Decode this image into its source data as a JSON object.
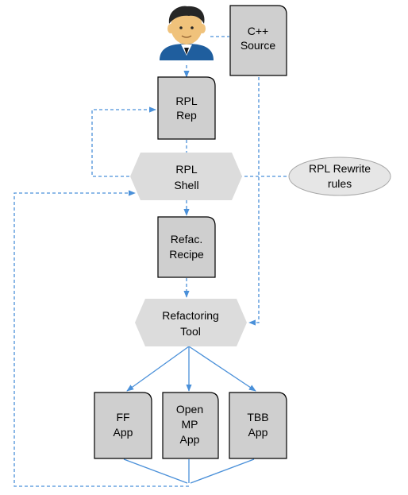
{
  "colors": {
    "node_fill": "#cfcfcf",
    "shell_fill": "#dcdcdc",
    "ellipse_fill": "#e6e6e6",
    "line": "#4a90d9",
    "text": "#000000"
  },
  "nodes": {
    "user": {
      "icon": "user-avatar-icon"
    },
    "cpp_source": {
      "line1": "C++",
      "line2": "Source"
    },
    "rpl_rep": {
      "line1": "RPL",
      "line2": "Rep"
    },
    "rpl_shell": {
      "line1": "RPL",
      "line2": "Shell"
    },
    "rpl_rewrite_rules": {
      "line1": "RPL Rewrite",
      "line2": "rules"
    },
    "refac_recipe": {
      "line1": "Refac.",
      "line2": "Recipe"
    },
    "refactoring_tool": {
      "line1": "Refactoring",
      "line2": "Tool"
    },
    "ff_app": {
      "line1": "FF",
      "line2": "App"
    },
    "openmp_app": {
      "line1": "Open",
      "line2": "MP",
      "line3": "App"
    },
    "tbb_app": {
      "line1": "TBB",
      "line2": "App"
    }
  }
}
